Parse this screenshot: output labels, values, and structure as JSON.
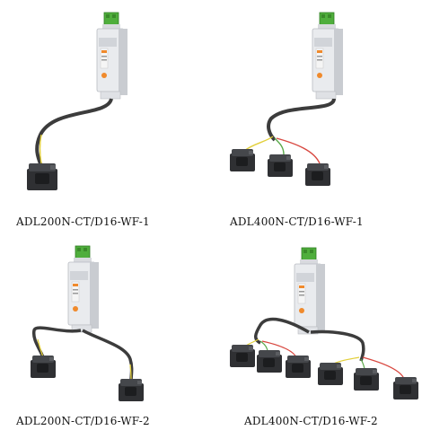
{
  "products": [
    {
      "caption": "ADL200N-CT/D16-WF-1"
    },
    {
      "caption": "ADL400N-CT/D16-WF-1"
    },
    {
      "caption": "ADL200N-CT/D16-WF-2"
    },
    {
      "caption": "ADL400N-CT/D16-WF-2"
    }
  ],
  "colors": {
    "meter_body": "#e9ebee",
    "meter_shadow": "#c9ccd1",
    "terminal_green": "#4fae3c",
    "cable": "#3c3c3c",
    "ct_body": "#2f3033",
    "wire_yellow": "#e2cf3a",
    "wire_green": "#5aa84a",
    "wire_red": "#d8473f",
    "accent_orange": "#f08a2c"
  }
}
